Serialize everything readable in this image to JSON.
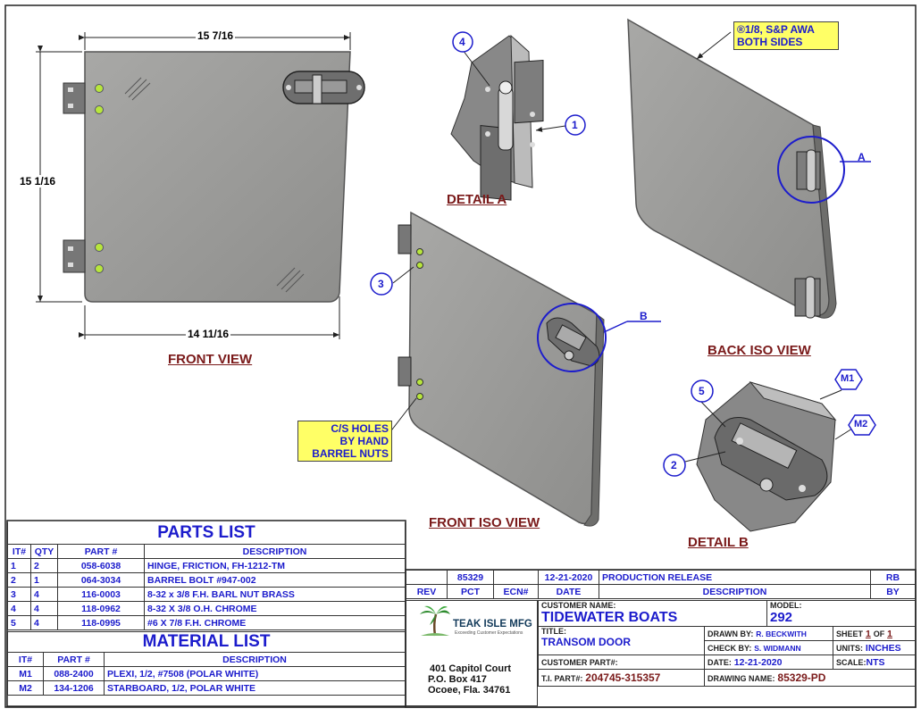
{
  "views": {
    "front_view": "FRONT VIEW",
    "detail_a": "DETAIL  A",
    "back_iso_view": "BACK ISO VIEW",
    "front_iso_view": "FRONT ISO VIEW",
    "detail_b": "DETAIL  B"
  },
  "dimensions": {
    "top_width": "15 7/16",
    "height": "15 1/16",
    "bottom_width": "14 11/16"
  },
  "balloons": {
    "b1": "1",
    "b2": "2",
    "b3": "3",
    "b4": "4",
    "b5": "5",
    "m1": "M1",
    "m2": "M2",
    "a": "A",
    "b": "B"
  },
  "notes": {
    "radius_line1": "®1/8, S&P AWA",
    "radius_line2": "BOTH SIDES",
    "cs_line1": "C/S HOLES",
    "cs_line2": "BY HAND",
    "cs_line3": "BARREL NUTS"
  },
  "parts_list": {
    "title": "PARTS LIST",
    "headers": [
      "IT#",
      "QTY",
      "PART #",
      "DESCRIPTION"
    ],
    "rows": [
      [
        "1",
        "2",
        "058-6038",
        "HINGE, FRICTION, FH-1212-TM"
      ],
      [
        "2",
        "1",
        "064-3034",
        "BARREL BOLT  #947-002"
      ],
      [
        "3",
        "4",
        "116-0003",
        "8-32 x 3/8 F.H. BARL NUT BRASS"
      ],
      [
        "4",
        "4",
        "118-0962",
        "8-32 X 3/8 O.H. CHROME"
      ],
      [
        "5",
        "4",
        "118-0995",
        "#6 X 7/8  F.H. CHROME"
      ]
    ]
  },
  "material_list": {
    "title": "MATERIAL LIST",
    "headers": [
      "IT#",
      "PART #",
      "DESCRIPTION"
    ],
    "rows": [
      [
        "M1",
        "088-2400",
        "PLEXI, 1/2, #7508 (POLAR WHITE)"
      ],
      [
        "M2",
        "134-1206",
        "STARBOARD, 1/2, POLAR WHITE"
      ]
    ]
  },
  "revision": {
    "row": [
      "",
      "85329",
      "",
      "12-21-2020",
      "PRODUCTION RELEASE",
      "RB"
    ],
    "headers": [
      "REV",
      "PCT",
      "ECN#",
      "DATE",
      "DESCRIPTION",
      "BY"
    ]
  },
  "title_block": {
    "company": "TEAK ISLE MFG",
    "tagline": "Exceeding Customer Expectations",
    "address1": "401 Capitol Court",
    "address2": "P.O. Box 417",
    "address3": "Ocoee, Fla. 34761",
    "customer_name_label": "CUSTOMER NAME:",
    "customer_name": "TIDEWATER BOATS",
    "model_label": "MODEL:",
    "model": "292",
    "title_label": "TITLE:",
    "title": "TRANSOM DOOR",
    "drawn_by_label": "DRAWN BY:",
    "drawn_by": "R. BECKWITH",
    "check_by_label": "CHECK BY:",
    "check_by": "S. WIDMANN",
    "sheet_label": "SHEET",
    "sheet_no": "1",
    "sheet_of": "OF",
    "sheet_total": "1",
    "units_label": "UNITS:",
    "units": "INCHES",
    "customer_part_label": "CUSTOMER PART#:",
    "date_label": "DATE:",
    "date": "12-21-2020",
    "scale_label": "SCALE:",
    "scale": "NTS",
    "ti_part_label": "T.I. PART#:",
    "ti_part": "204745-315357",
    "drawing_name_label": "DRAWING NAME:",
    "drawing_name": "85329-PD"
  },
  "colors": {
    "ink_blue": "#1c1ccc",
    "label_red": "#7a1a1a",
    "panel_gray": "#9a9a98",
    "note_yellow": "#ffff66",
    "hole_green": "#b8e63c"
  }
}
